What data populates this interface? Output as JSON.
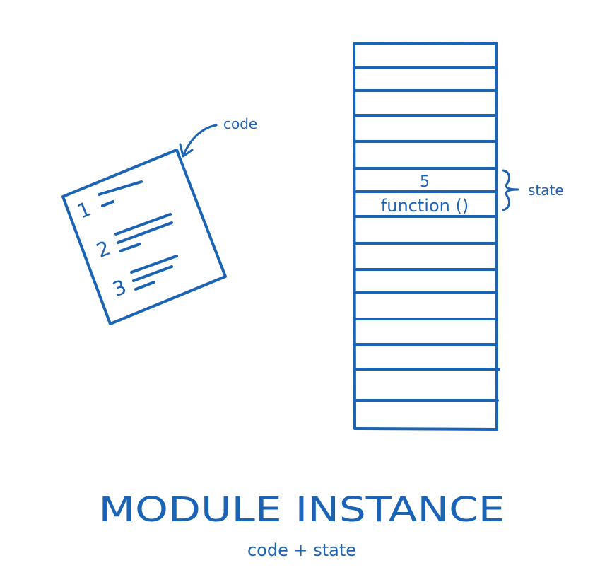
{
  "colors": {
    "ink": "#1a63b5",
    "background": "#ffffff"
  },
  "code_page": {
    "label": "code",
    "items": [
      {
        "number": "1"
      },
      {
        "number": "2"
      },
      {
        "number": "3"
      }
    ]
  },
  "memory": {
    "cell_value": "5",
    "cell_function": "function ()",
    "state_label": "state"
  },
  "caption": {
    "title": "MODULE INSTANCE",
    "subtitle": "code + state"
  }
}
